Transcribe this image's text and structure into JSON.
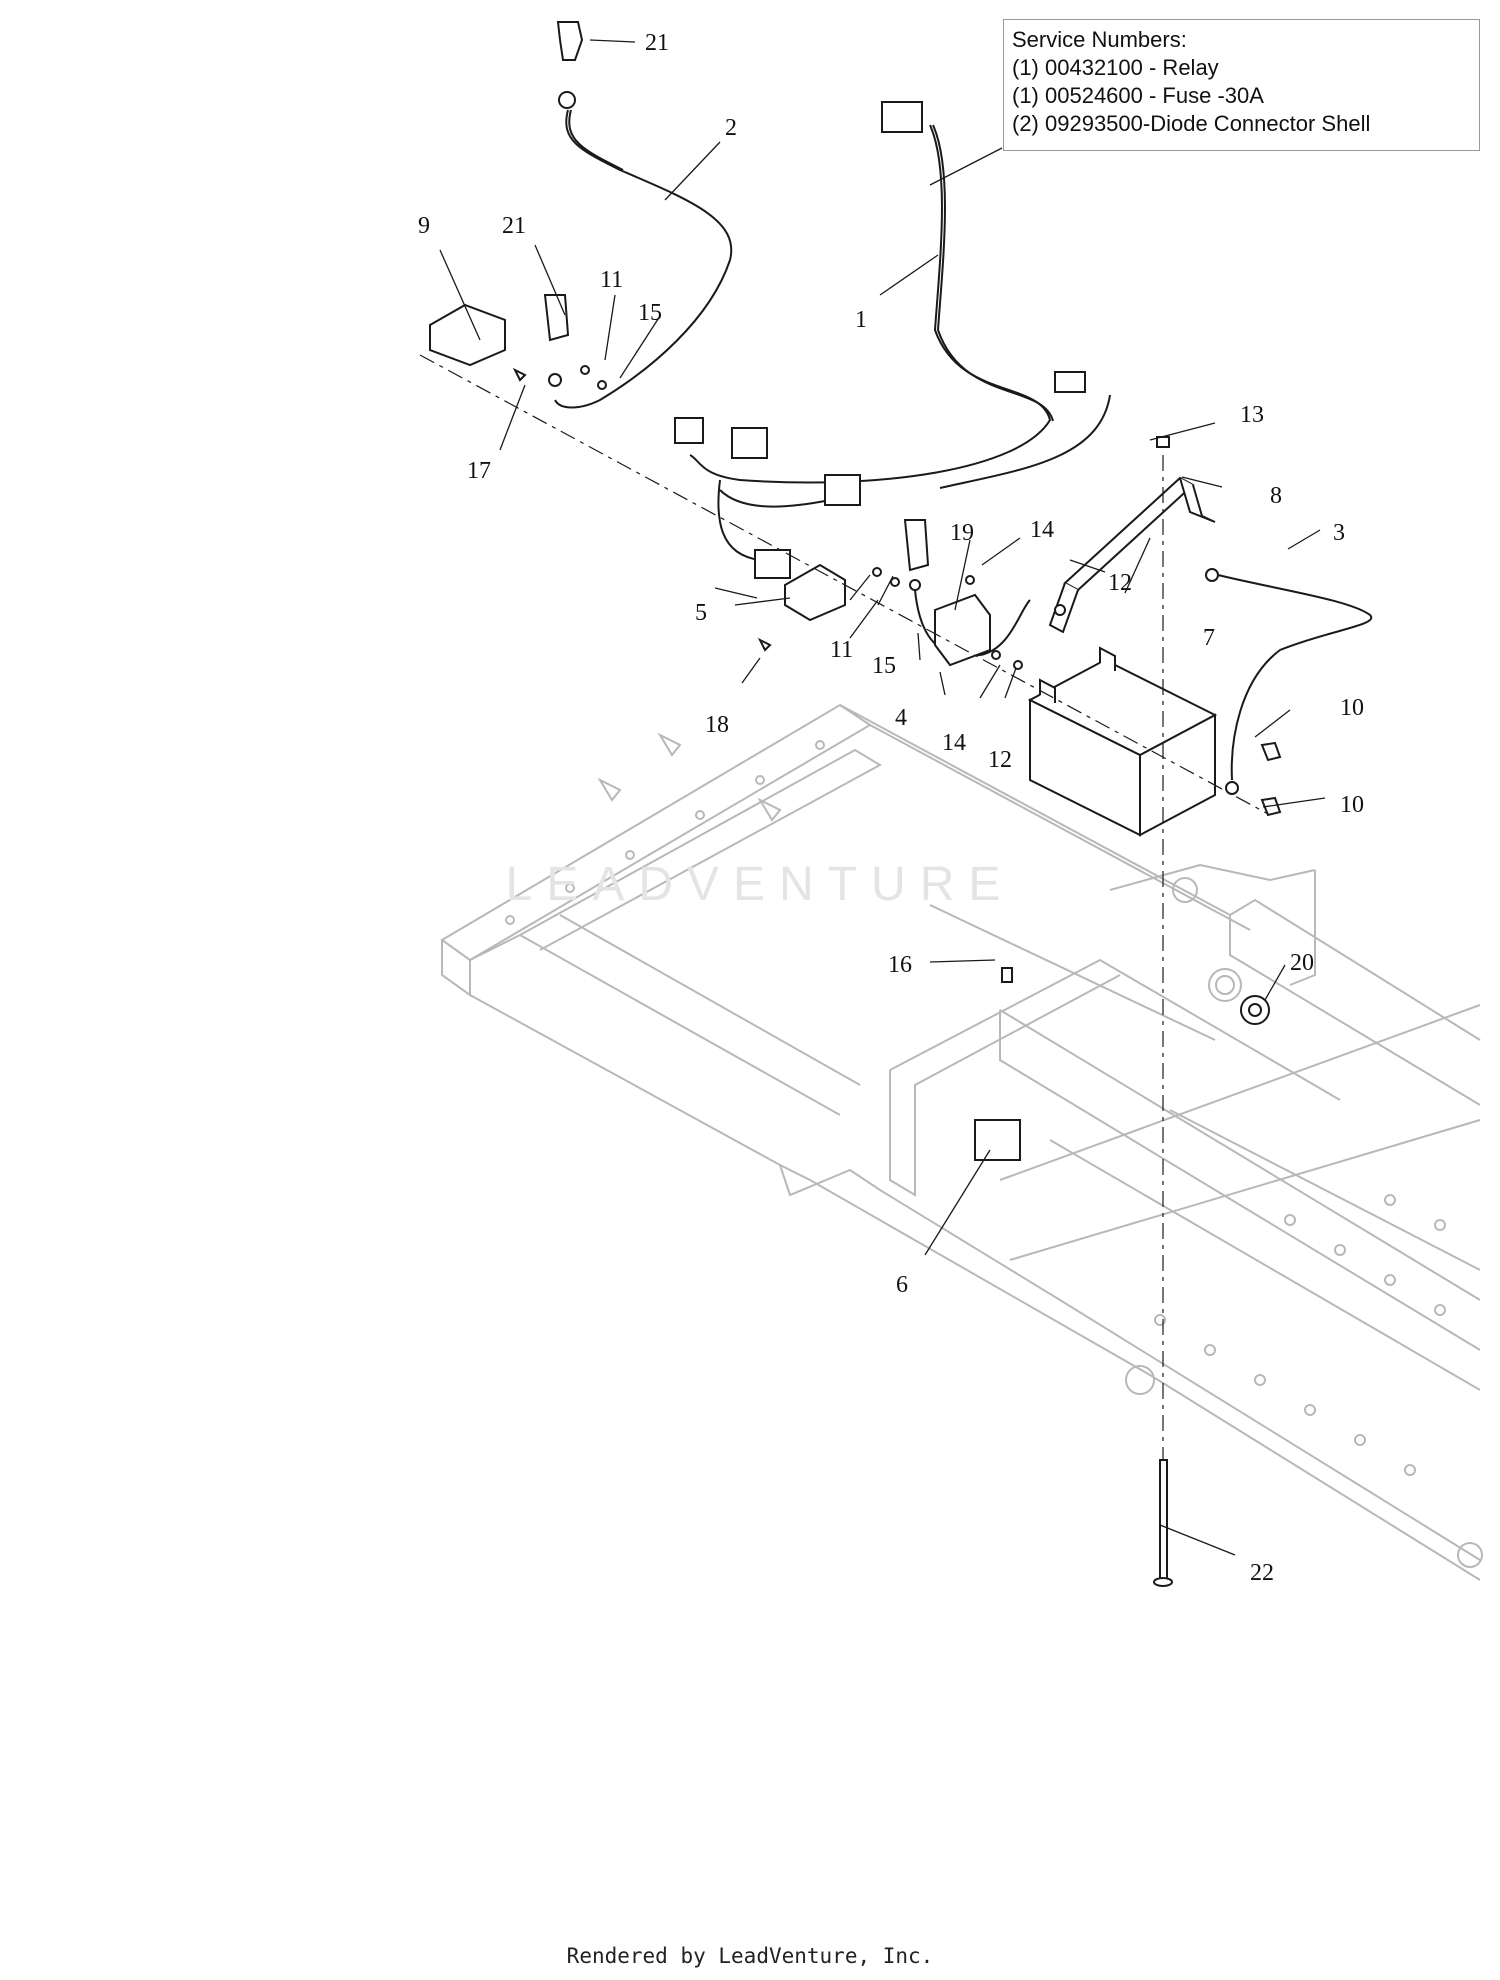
{
  "service_box": {
    "title": "Service Numbers:",
    "lines": [
      "(1) 00432100 - Relay",
      "(1) 00524600 - Fuse -30A",
      "(2) 09293500-Diode Connector Shell"
    ]
  },
  "callouts": {
    "c1": "1",
    "c2": "2",
    "c3": "3",
    "c4": "4",
    "c5": "5",
    "c6": "6",
    "c7": "7",
    "c8": "8",
    "c9": "9",
    "c10a": "10",
    "c10b": "10",
    "c11a": "11",
    "c11b": "11",
    "c12a": "12",
    "c12b": "12",
    "c13": "13",
    "c14a": "14",
    "c14b": "14",
    "c15a": "15",
    "c15b": "15",
    "c16": "16",
    "c17": "17",
    "c18": "18",
    "c19": "19",
    "c20": "20",
    "c21a": "21",
    "c21b": "21",
    "c22": "22"
  },
  "watermark_text": "LEADVENTURE",
  "footer": "Rendered by LeadVenture, Inc.",
  "colors": {
    "line": "#1a1a1a",
    "frame": "#b8b8b8",
    "watermark": "#e4e4e4"
  }
}
